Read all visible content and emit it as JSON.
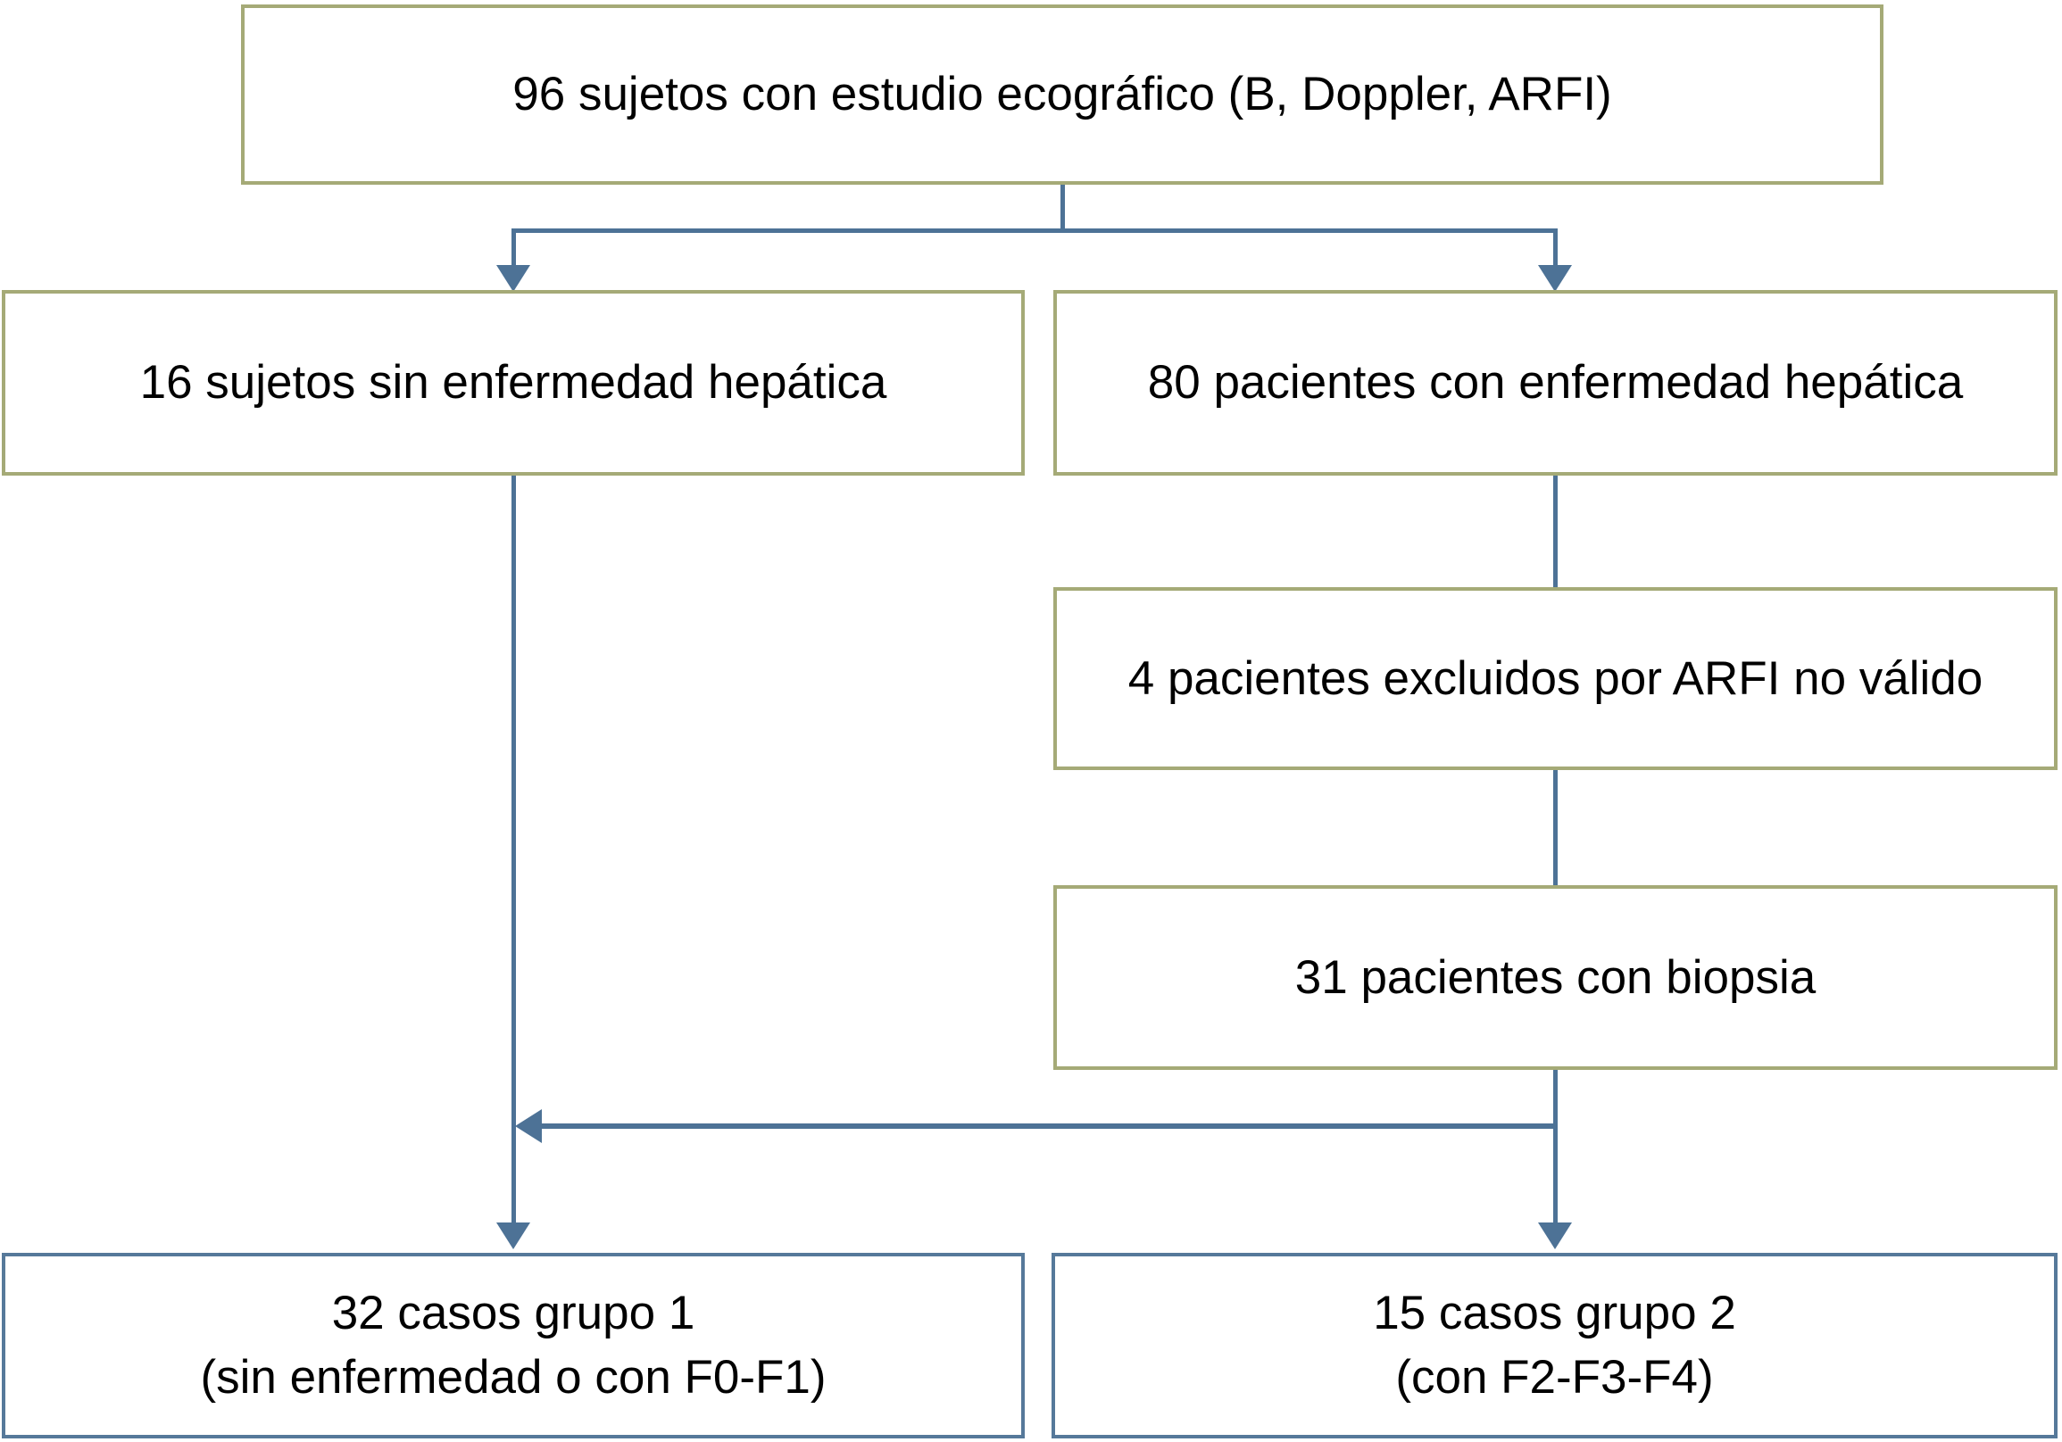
{
  "diagram": {
    "type": "flowchart",
    "language": "es",
    "nodes": {
      "total": {
        "text": "96 sujetos con estudio ecográfico (B, Doppler, ARFI)"
      },
      "no_disease": {
        "text": "16 sujetos sin enfermedad hepática"
      },
      "disease": {
        "text": "80 pacientes con enfermedad hepática"
      },
      "excluded": {
        "text": "4 pacientes excluidos por ARFI no válido"
      },
      "biopsy": {
        "text": "31 pacientes con biopsia"
      },
      "group1": {
        "line1": "32 casos grupo 1",
        "line2": "(sin enfermedad o con F0-F1)"
      },
      "group2": {
        "line1": "15 casos grupo 2",
        "line2": "(con F2-F3-F4)"
      }
    },
    "colors": {
      "box_border_olive": "#a5aa77",
      "box_border_blue": "#56799a",
      "connector_blue": "#4d7296",
      "text": "#000000",
      "background": "#ffffff"
    }
  }
}
